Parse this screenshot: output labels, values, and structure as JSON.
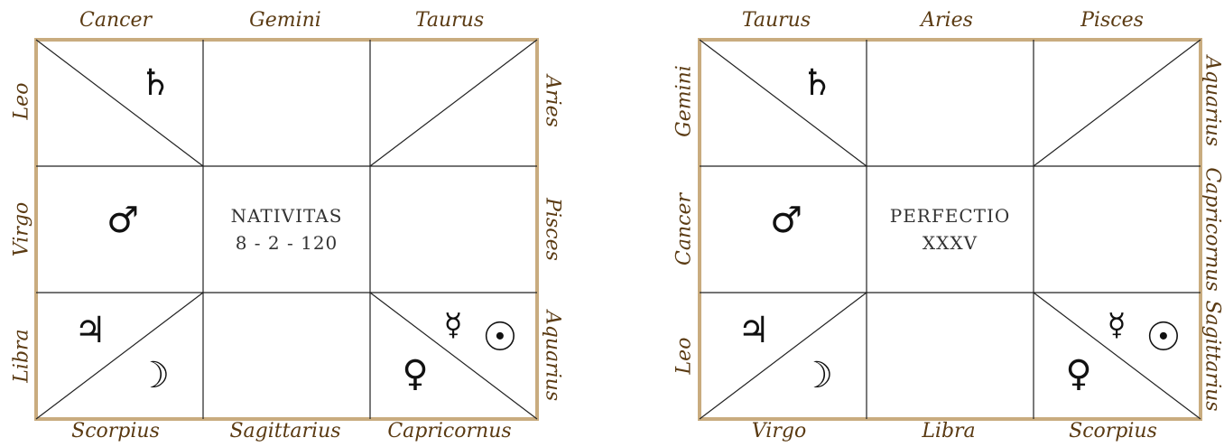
{
  "colors": {
    "frame": "#c9ac7f",
    "sign_text": "#5a3a12",
    "grid": "#222222"
  },
  "charts": [
    {
      "center_lines": [
        "NATIVITAS",
        "8 - 2 - 120"
      ],
      "signs": {
        "top": [
          "Cancer",
          "Gemini",
          "Taurus"
        ],
        "bottom": [
          "Scorpius",
          "Sagittarius",
          "Capricornus"
        ],
        "left": [
          "Leo",
          "Virgo",
          "Libra"
        ],
        "right": [
          "Aries",
          "Pisces",
          "Aquarius"
        ]
      },
      "planets": {
        "saturn": "♄",
        "mars": "♂",
        "jupiter": "♃",
        "moon": "☽",
        "mercury": "☿",
        "sun": "☉",
        "venus": "♀"
      }
    },
    {
      "center_lines": [
        "PERFECTIO",
        "XXXV"
      ],
      "signs": {
        "top": [
          "Taurus",
          "Aries",
          "Pisces"
        ],
        "bottom": [
          "Virgo",
          "Libra",
          "Scorpius"
        ],
        "left": [
          "Gemini",
          "Cancer",
          "Leo"
        ],
        "right": [
          "Aquarius",
          "Capricornus",
          "Sagittarius"
        ]
      },
      "planets": {
        "saturn": "♄",
        "mars": "♂",
        "jupiter": "♃",
        "moon": "☽",
        "mercury": "☿",
        "sun": "☉",
        "venus": "♀"
      }
    }
  ]
}
